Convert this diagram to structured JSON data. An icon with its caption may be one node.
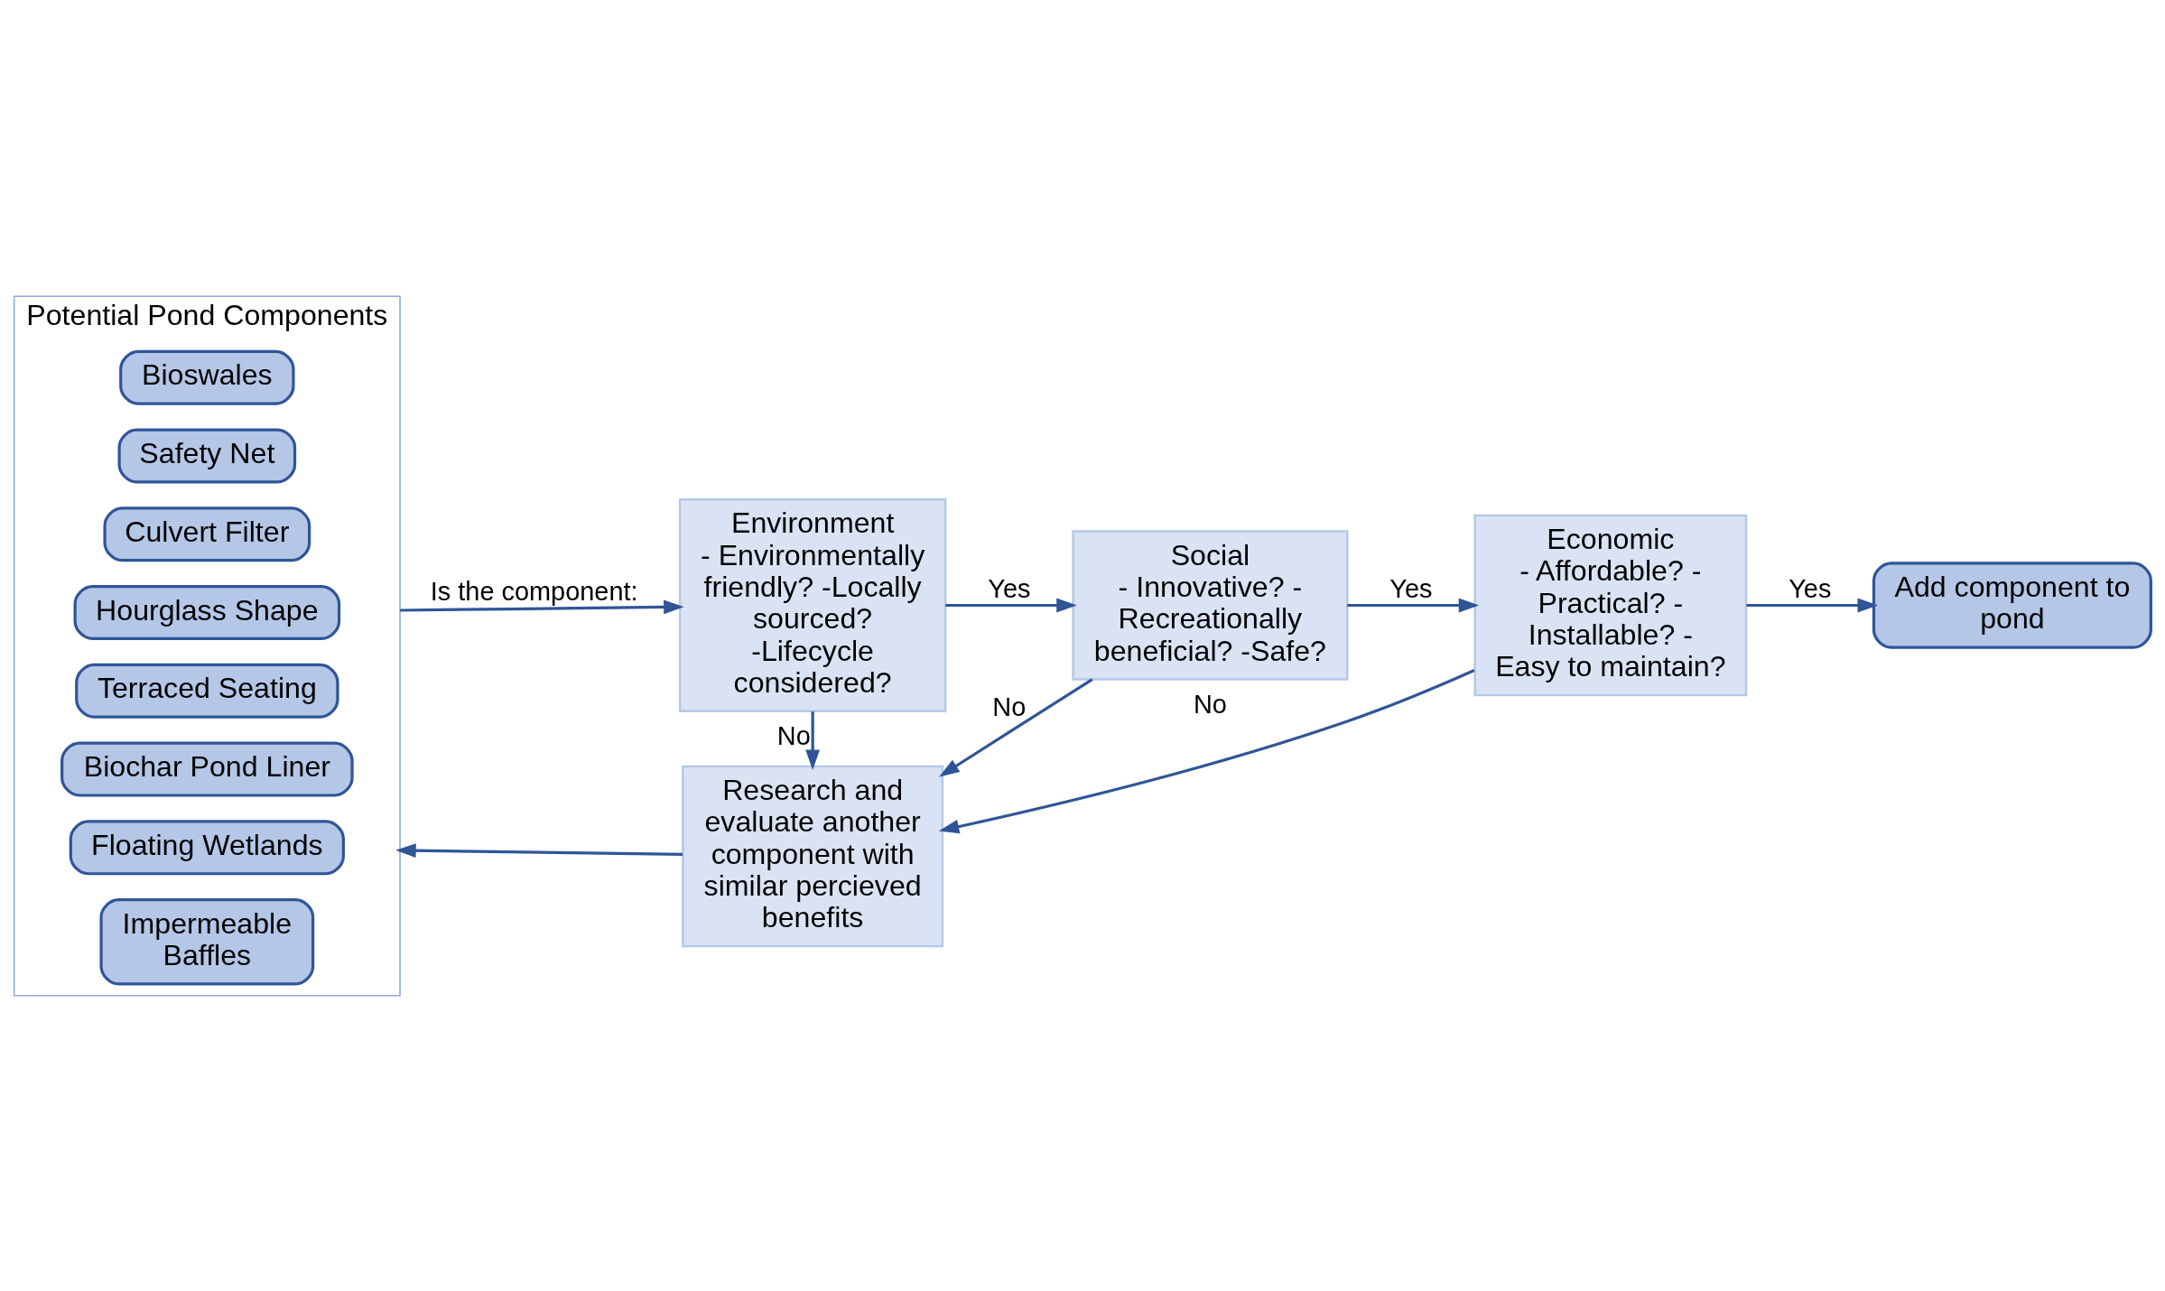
{
  "diagram": {
    "nodes": [
      {
        "text": [
          "Potential Pond Components"
        ]
      },
      {
        "text": [
          "Bioswales"
        ],
        "in": 0
      },
      {
        "text": [
          "Safety Net"
        ],
        "in": 0
      },
      {
        "text": [
          "Culvert Filter"
        ],
        "in": 0
      },
      {
        "text": [
          "Hourglass Shape"
        ],
        "in": 0
      },
      {
        "text": [
          "Terraced Seating"
        ],
        "in": 0
      },
      {
        "text": [
          "Biochar Pond Liner"
        ],
        "in": 0
      },
      {
        "text": [
          "Floating Wetlands"
        ],
        "in": 0
      },
      {
        "text": [
          "Impermeable Baffles"
        ],
        "in": 0
      },
      {
        "text": [
          "Environment",
          "- Environmentally friendly? -Locally sourced? -Lifecycle considered?"
        ]
      },
      {
        "text": [
          "Social",
          "- Innovative? - Recreationally beneficial? -Safe?"
        ]
      },
      {
        "text": [
          "Economic",
          "- Affordable? - Practical? - Installable? - Easy to maintain?"
        ]
      },
      {
        "text": [
          "Add component to pond"
        ]
      },
      {
        "text": [
          "Research and evaluate another component with similar percieved benefits"
        ]
      }
    ],
    "edges": [
      {
        "from": 0,
        "to": 9,
        "arrow": "to",
        "label": "Is the component:"
      },
      {
        "from": 9,
        "to": 10,
        "arrow": "to",
        "label": "Yes"
      },
      {
        "from": 10,
        "to": 11,
        "arrow": "to",
        "label": "Yes"
      },
      {
        "from": 11,
        "to": 12,
        "arrow": "to",
        "label": "Yes"
      },
      {
        "from": 9,
        "to": 13,
        "arrow": "to",
        "label": "No"
      },
      {
        "from": 10,
        "to": 13,
        "arrow": "to",
        "label": "No"
      },
      {
        "from": 11,
        "to": 13,
        "arrow": "to",
        "label": "No"
      },
      {
        "from": 13,
        "to": 0,
        "arrow": "to"
      }
    ]
  }
}
